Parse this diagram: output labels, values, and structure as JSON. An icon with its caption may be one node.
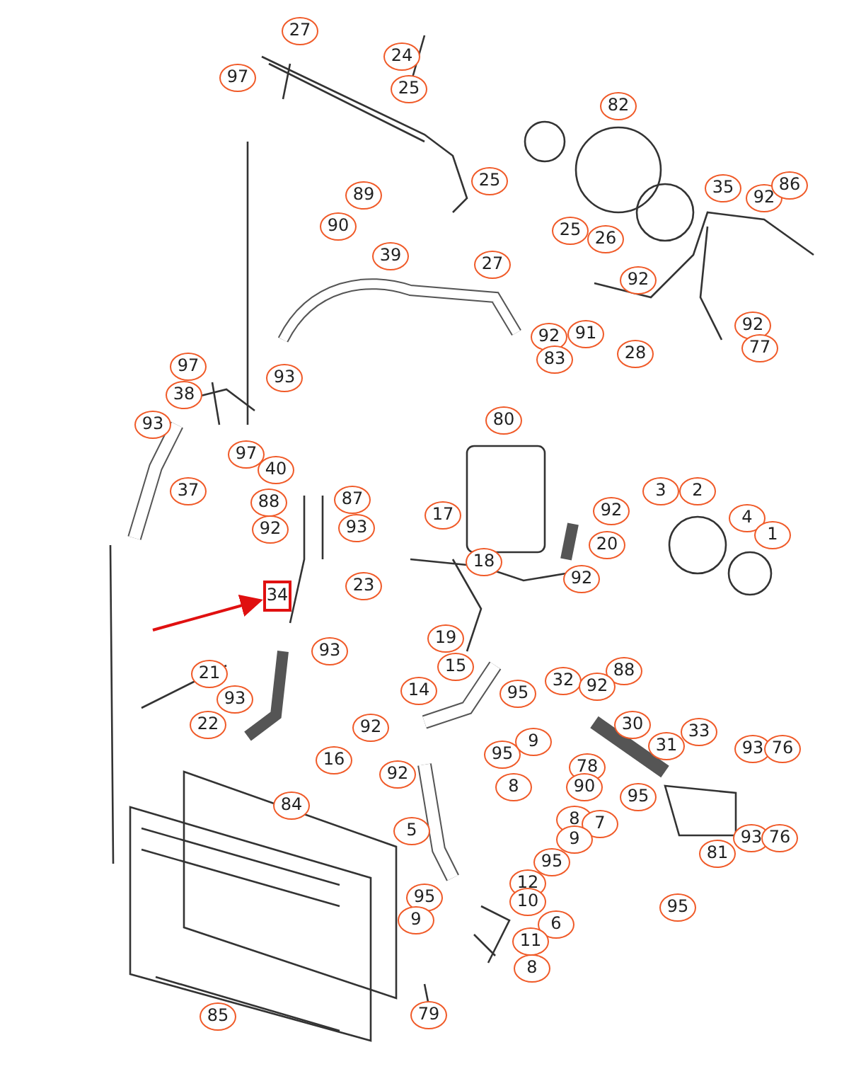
{
  "diagram": {
    "labels": [
      "27",
      "97",
      "24",
      "25",
      "82",
      "25",
      "89",
      "35",
      "92",
      "86",
      "90",
      "25",
      "26",
      "39",
      "27",
      "92",
      "92",
      "91",
      "92",
      "97",
      "93",
      "83",
      "28",
      "77",
      "38",
      "93",
      "97",
      "80",
      "40",
      "37",
      "88",
      "87",
      "17",
      "92",
      "92",
      "93",
      "3",
      "2",
      "4",
      "1",
      "20",
      "18",
      "23",
      "92",
      "34",
      "19",
      "93",
      "15",
      "21",
      "88",
      "32",
      "92",
      "93",
      "14",
      "95",
      "22",
      "92",
      "30",
      "33",
      "31",
      "93",
      "76",
      "16",
      "95",
      "9",
      "92",
      "78",
      "8",
      "90",
      "95",
      "84",
      "8",
      "7",
      "5",
      "9",
      "93",
      "76",
      "81",
      "95",
      "12",
      "95",
      "10",
      "9",
      "6",
      "11",
      "8",
      "85",
      "79",
      "95"
    ]
  }
}
